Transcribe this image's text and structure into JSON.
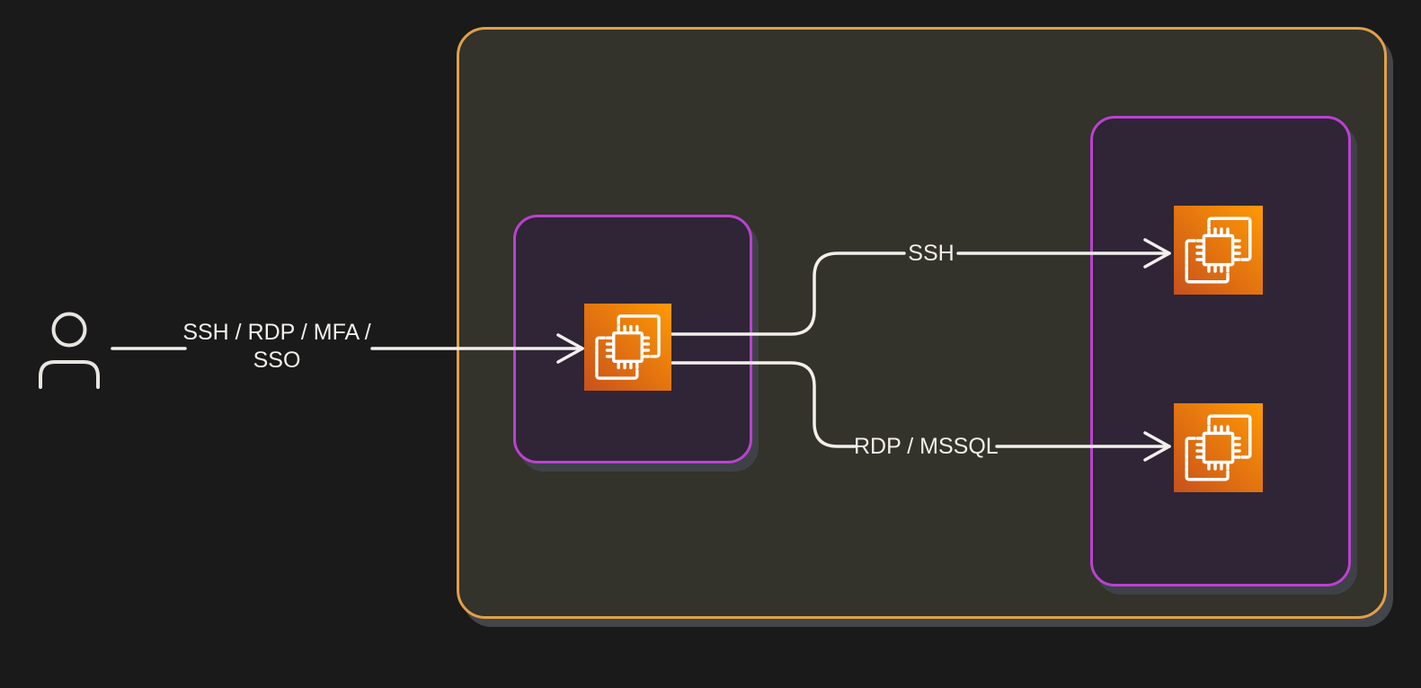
{
  "diagram": {
    "background_color": "#1a1a1a",
    "actor": {
      "id": "user",
      "icon": "user-icon",
      "color": "#e8e5e1"
    },
    "groups": [
      {
        "id": "outer-boundary",
        "border_color": "#e0a04a",
        "fill_color": "#33322b",
        "shadow_color": "#42464b"
      },
      {
        "id": "middle-group",
        "border_color": "#ba42d0",
        "fill_color": "#2f2536",
        "shadow_color": "#3e4246"
      },
      {
        "id": "right-group",
        "border_color": "#ba42d0",
        "fill_color": "#2f2536",
        "shadow_color": "#3e4246"
      }
    ],
    "nodes": [
      {
        "id": "middle-instance",
        "icon": "ec2-chip-icon",
        "gradient": [
          "#C8511B",
          "#FF9904"
        ]
      },
      {
        "id": "right-top-instance",
        "icon": "ec2-chip-icon",
        "gradient": [
          "#C8511B",
          "#FF9904"
        ]
      },
      {
        "id": "right-bottom-instance",
        "icon": "ec2-chip-icon",
        "gradient": [
          "#C8511B",
          "#FF9904"
        ]
      }
    ],
    "connections": [
      {
        "from": "user",
        "to": "middle-instance",
        "label": "SSH / RDP / MFA / SSO",
        "label_lines": [
          "SSH / RDP / MFA /",
          "SSO"
        ],
        "line_color": "#f2efec"
      },
      {
        "from": "middle-instance",
        "to": "right-top-instance",
        "label": "SSH",
        "line_color": "#f2efec"
      },
      {
        "from": "middle-instance",
        "to": "right-bottom-instance",
        "label": "RDP / MSSQL",
        "line_color": "#f2efec"
      }
    ]
  }
}
